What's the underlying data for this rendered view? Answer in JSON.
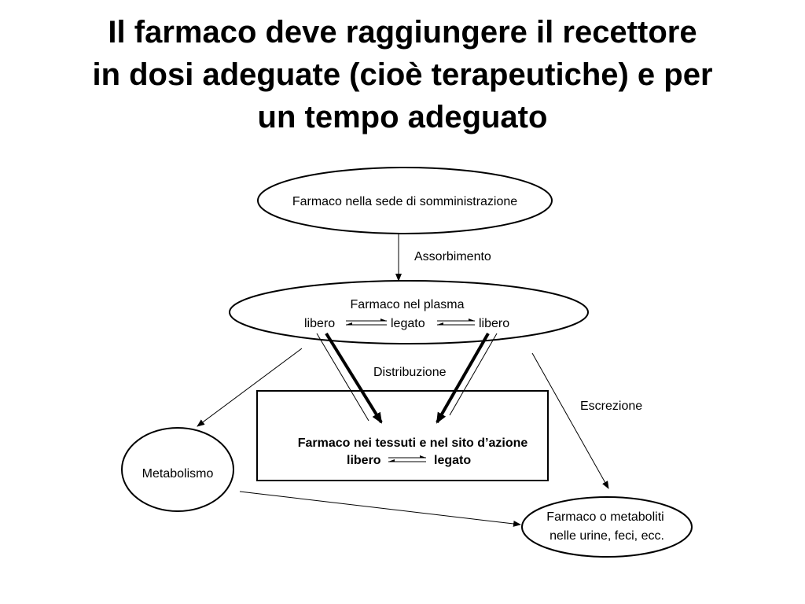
{
  "title": {
    "line1": "Il farmaco deve raggiungere il recettore",
    "line2": "in dosi adeguate (cioè terapeutiche) e per",
    "line3": "un tempo adeguato"
  },
  "nodes": {
    "administration": "Farmaco nella sede di somministrazione",
    "plasma": {
      "title": "Farmaco nel plasma",
      "free_left": "libero",
      "bound": "legato",
      "free_right": "libero"
    },
    "tissues": {
      "title": "Farmaco nei tessuti e nel sito d’azione",
      "free": "libero",
      "bound": "legato"
    },
    "metabolism": "Metabolismo",
    "excreta": {
      "line1": "Farmaco o metaboliti",
      "line2": "nelle urine, feci, ecc."
    }
  },
  "edges": {
    "absorption": "Assorbimento",
    "distribution": "Distribuzione",
    "excretion": "Escrezione"
  }
}
